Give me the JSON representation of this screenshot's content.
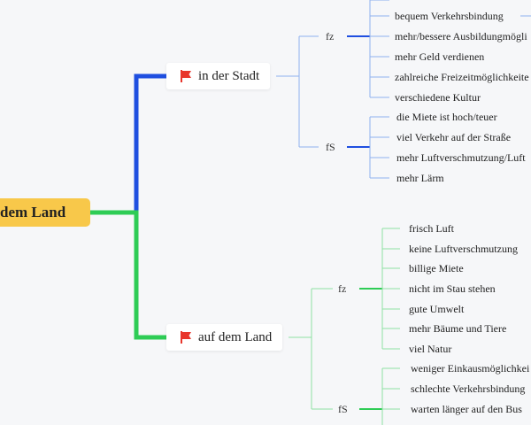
{
  "root": {
    "label": "dem Land"
  },
  "branches": [
    {
      "label": "in der Stadt",
      "icon": "red-flag-icon",
      "color": "#1f4fe0",
      "groups": [
        {
          "label": "fz",
          "items": [
            "bequem Verkehrsbindung",
            "mehr/bessere Ausbildungmögli",
            "mehr Geld verdienen",
            "zahlreiche Freizeitmöglichkeite",
            "verschiedene Kultur"
          ]
        },
        {
          "label": "fS",
          "items": [
            "die Miete ist hoch/teuer",
            "viel Verkehr auf der Straße",
            "mehr Luftverschmutzung/Luft",
            "mehr Lärm"
          ]
        }
      ]
    },
    {
      "label": "auf dem Land",
      "icon": "red-flag-icon",
      "color": "#2ecc55",
      "groups": [
        {
          "label": "fz",
          "items": [
            "frisch Luft",
            "keine Luftverschmutzung",
            "billige Miete",
            "nicht im Stau stehen",
            "gute Umwelt",
            "mehr Bäume und Tiere",
            "viel Natur"
          ]
        },
        {
          "label": "fS",
          "items": [
            "weniger Einkausmöglichkei",
            "schlechte Verkehrsbindung",
            "warten länger auf den Bus"
          ]
        }
      ]
    }
  ],
  "colors": {
    "root_fill": "#f8c84a",
    "city_line": "#1f4fe0",
    "city_light": "#8fb0ee",
    "land_line": "#2ecc55",
    "land_light": "#8fe0a2",
    "flag": "#e8362c"
  }
}
